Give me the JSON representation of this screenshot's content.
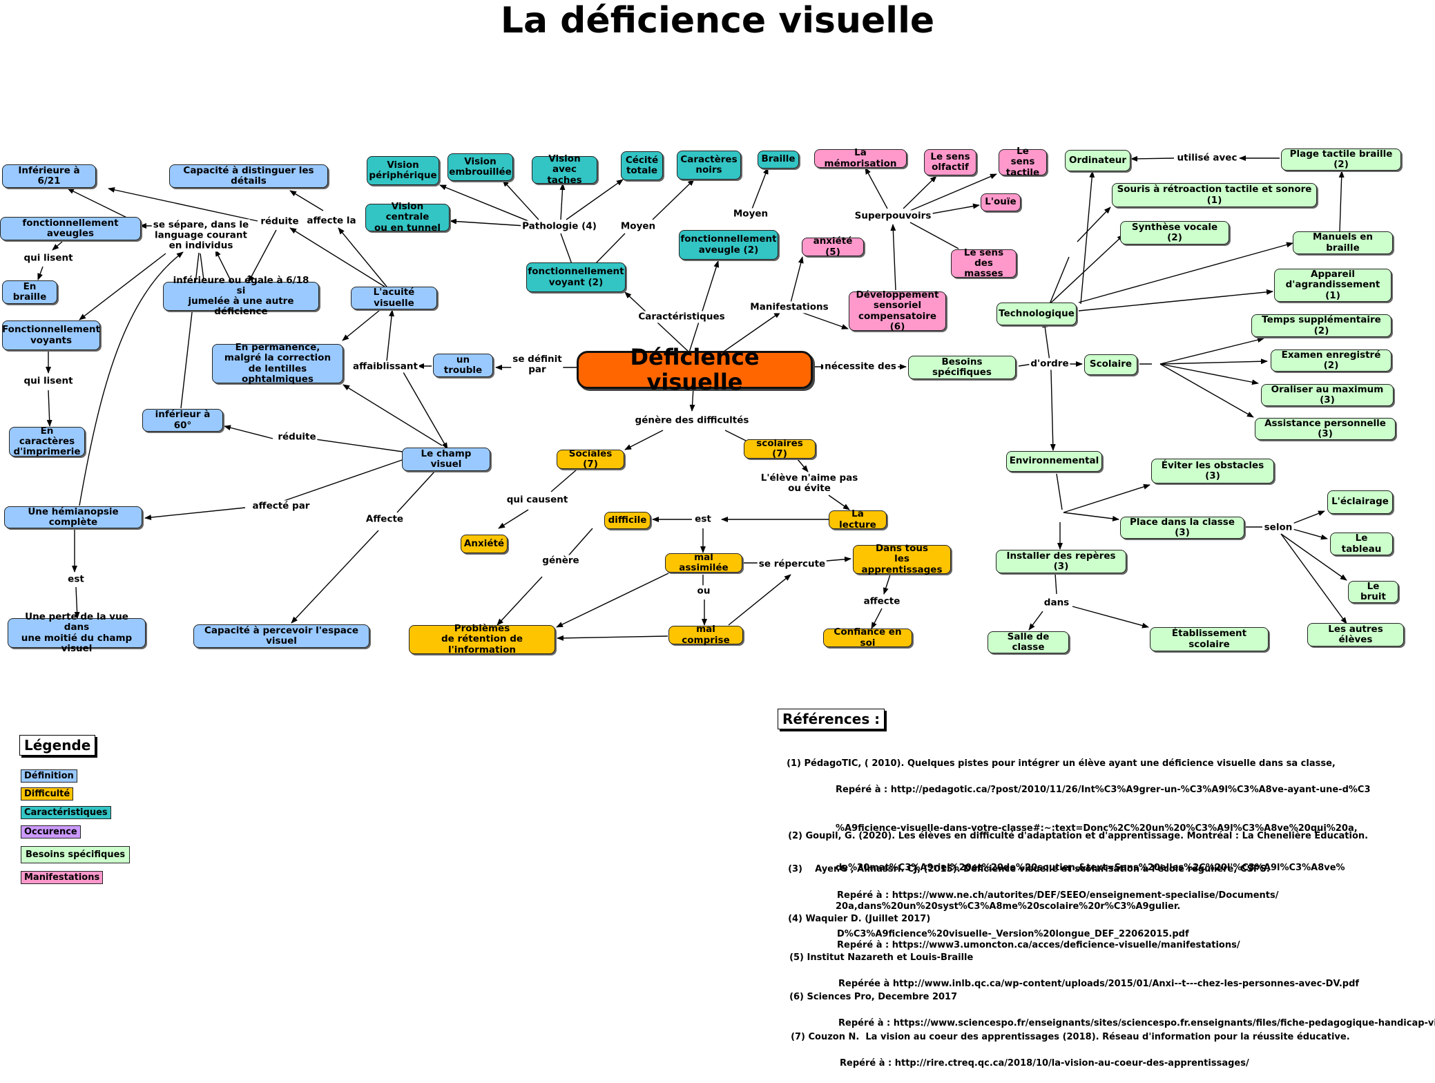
{
  "title": "La déficience visuelle",
  "colors": {
    "definition": "#99c9ff",
    "difficulte": "#ffc400",
    "caracteristiques": "#33c4c4",
    "besoins": "#ccffcc",
    "manifestations": "#ff99cc",
    "occurence": "#cc99ff",
    "center": "#ff6600"
  },
  "nodes": {
    "center": "Déficience visuelle",
    "inf621": "Inférieure à 6/21",
    "fonc_aveugles": "fonctionnellement aveugles",
    "braille_def": "En braille",
    "fonc_voyants": "Fonctionnellement\nvoyants",
    "caract_impr": "En caractères\nd'imprimerie",
    "hemianopsie": "Une hémianopsie complète",
    "perte_moitie": "Une perte de la vue dans\nune moitié du champ visuel",
    "capacite_details": "Capacité à distinguer les détails",
    "inf618": "inférieure ou égale à 6/18 si\njumelée à une autre déficience",
    "acuite": "L'acuité visuelle",
    "permanence": "En permanence,\nmalgré la correction\nde lentilles ophtalmiques",
    "trouble": "un trouble",
    "inf60": "inférieur à 60°",
    "champ": "Le champ visuel",
    "capacite_espace": "Capacité à percevoir l'espace visuel",
    "vision_peri": "Vision\npériphérique",
    "vision_embr": "Vision\nembrouillée",
    "vision_taches": "Vision avec\ntaches",
    "cecite": "Cécité\ntotale",
    "caract_noirs": "Caractères\nnoirs",
    "braille_car": "Braille",
    "vision_centrale": "Vision centrale\nou en tunnel",
    "fonc_aveugle2": "fonctionnellement\naveugle (2)",
    "fonc_voyant2": "fonctionnellement\nvoyant (2)",
    "memorisation": "La mémorisation",
    "olfactif": "Le sens\nolfactif",
    "tactile": "Le sens\ntactile",
    "ouie": "L'ouïe",
    "masses": "Le sens des\nmasses",
    "anxiete5": "anxiété (5)",
    "dev_sensoriel": "Développement\nsensoriel\ncompensatoire (6)",
    "sociales": "Sociales (7)",
    "scolaires": "scolaires (7)",
    "anxiete": "Anxiété",
    "difficile": "difficile",
    "lecture": "La lecture",
    "mal_assimilee": "mal assimilée",
    "dans_tous": "Dans tous\nles apprentissages",
    "problemes": "Problèmes\nde rétention de l'information",
    "mal_comprise": "mal comprise",
    "confiance": "Confiance en soi",
    "besoins": "Besoins spécifiques",
    "scolaire": "Scolaire",
    "technologique": "Technologique",
    "environnemental": "Environnemental",
    "ordinateur": "Ordinateur",
    "plage_tactile": "Plage tactile braille (2)",
    "souris": "Souris à rétroaction tactile et sonore (1)",
    "synthese": "Synthèse vocale (2)",
    "manuels": "Manuels en braille",
    "appareil": "Appareil\nd'agrandissement (1)",
    "temps": "Temps supplémentaire (2)",
    "examen": "Examen enregistré (2)",
    "oraliser": "Oraliser au maximum (3)",
    "assistance": "Assistance personnelle (3)",
    "eviter": "Éviter les obstacles (3)",
    "place": "Place dans la classe (3)",
    "reperes": "Installer des repères (3)",
    "eclairage": "L'éclairage",
    "tableau": "Le tableau",
    "bruit": "Le bruit",
    "autres": "Les autres élèves",
    "salle": "Salle de classe",
    "etablissement": "Établissement scolaire"
  },
  "labels": {
    "lisent1": "qui lisent",
    "lisent2": "qui lisent",
    "separe": "se sépare, dans le\nlanguage courant\nen individus",
    "reduite1": "réduite",
    "affecte_la": "affecte la",
    "affaiblissant": "affaiblissant",
    "se_definit": "se définit\npar",
    "reduite2": "réduite",
    "affecte_par": "affecté par",
    "est1": "est",
    "affecte_cap": "Affecte",
    "pathologie": "Pathologie (4)",
    "moyen1": "Moyen",
    "moyen2": "Moyen",
    "caracteristiques": "Caractéristiques",
    "superpouvoirs": "Superpouvoirs",
    "manifestations": "Manifestations",
    "genere_diff": "génère des difficultés",
    "qui_causent": "qui causent",
    "eleve_aime": "L'élève n'aime pas\nou évite",
    "est2": "est",
    "genere": "génère",
    "se_repercute": "se répercute",
    "ou": "ou",
    "affecte2": "affecte",
    "necessite": "nécessite des",
    "ordre": "d'ordre",
    "utilise_avec": "utilisé avec",
    "selon": "selon",
    "dans": "dans"
  },
  "legend": {
    "title": "Légende",
    "items": [
      "Définition",
      "Difficulté",
      "Caractéristiques",
      "Occurence",
      "Besoins spécifiques",
      "Manifestations"
    ]
  },
  "references": {
    "title": "Références :",
    "items": [
      {
        "main": "(1) PédagoTIC, ( 2010). Quelques pistes pour intégrer un élève ayant une déficience visuelle dans sa classe,",
        "sub": [
          "Repéré à : http://pedagotic.ca/?post/2010/11/26/Int%C3%A9grer-un-%C3%A9l%C3%A8ve-ayant-une-d%C3",
          "%A9ficience-visuelle-dans-votre-classe#:~:text=Donc%2C%20un%20%C3%A9l%C3%A8ve%20qui%20a,",
          "de%20mat%C3%A9riel%20et%20de%20soutien.&text=Sans%20elles%2C%20l'%C3%A9l%C3%A8ve%",
          "20a,dans%20un%20syst%C3%A8me%20scolaire%20r%C3%A9gulier."
        ]
      },
      {
        "main": "(2) Goupil, G. (2020). Les élèves en difficulté d'adaptation et d'apprentissage. Montréal : La Chenelière Éducation.",
        "sub": []
      },
      {
        "main": "(3)    Ayer.G , Almassri. CJ, (2015). Déficience visuelle et scolarisation à l'école régulière, CSPS.",
        "sub": [
          "Repéré à : https://www.ne.ch/autorites/DEF/SEEO/enseignement-specialise/Documents/",
          "D%C3%A9ficience%20visuelle-_Version%20longue_DEF_22062015.pdf"
        ]
      },
      {
        "main": "(4) Waquier D. (Juillet 2017)",
        "sub": [
          "Repéré à : https://www3.umoncton.ca/acces/deficience-visuelle/manifestations/"
        ]
      },
      {
        "main": "(5) Institut Nazareth et Louis-Braille",
        "sub": [
          "Repérée à http://www.inlb.qc.ca/wp-content/uploads/2015/01/Anxi--t---chez-les-personnes-avec-DV.pdf"
        ]
      },
      {
        "main": "(6) Sciences Pro, Decembre 2017",
        "sub": [
          "Repéré à : https://www.sciencespo.fr/enseignants/sites/sciencespo.fr.enseignants/files/fiche-pedagogique-handicap-visuel.pdf"
        ]
      },
      {
        "main": "(7) Couzon N.  La vision au coeur des apprentissages (2018). Réseau d'information pour la réussite éducative.",
        "sub": [
          "Repéré à : http://rire.ctreq.qc.ca/2018/10/la-vision-au-coeur-des-apprentissages/"
        ]
      }
    ]
  }
}
